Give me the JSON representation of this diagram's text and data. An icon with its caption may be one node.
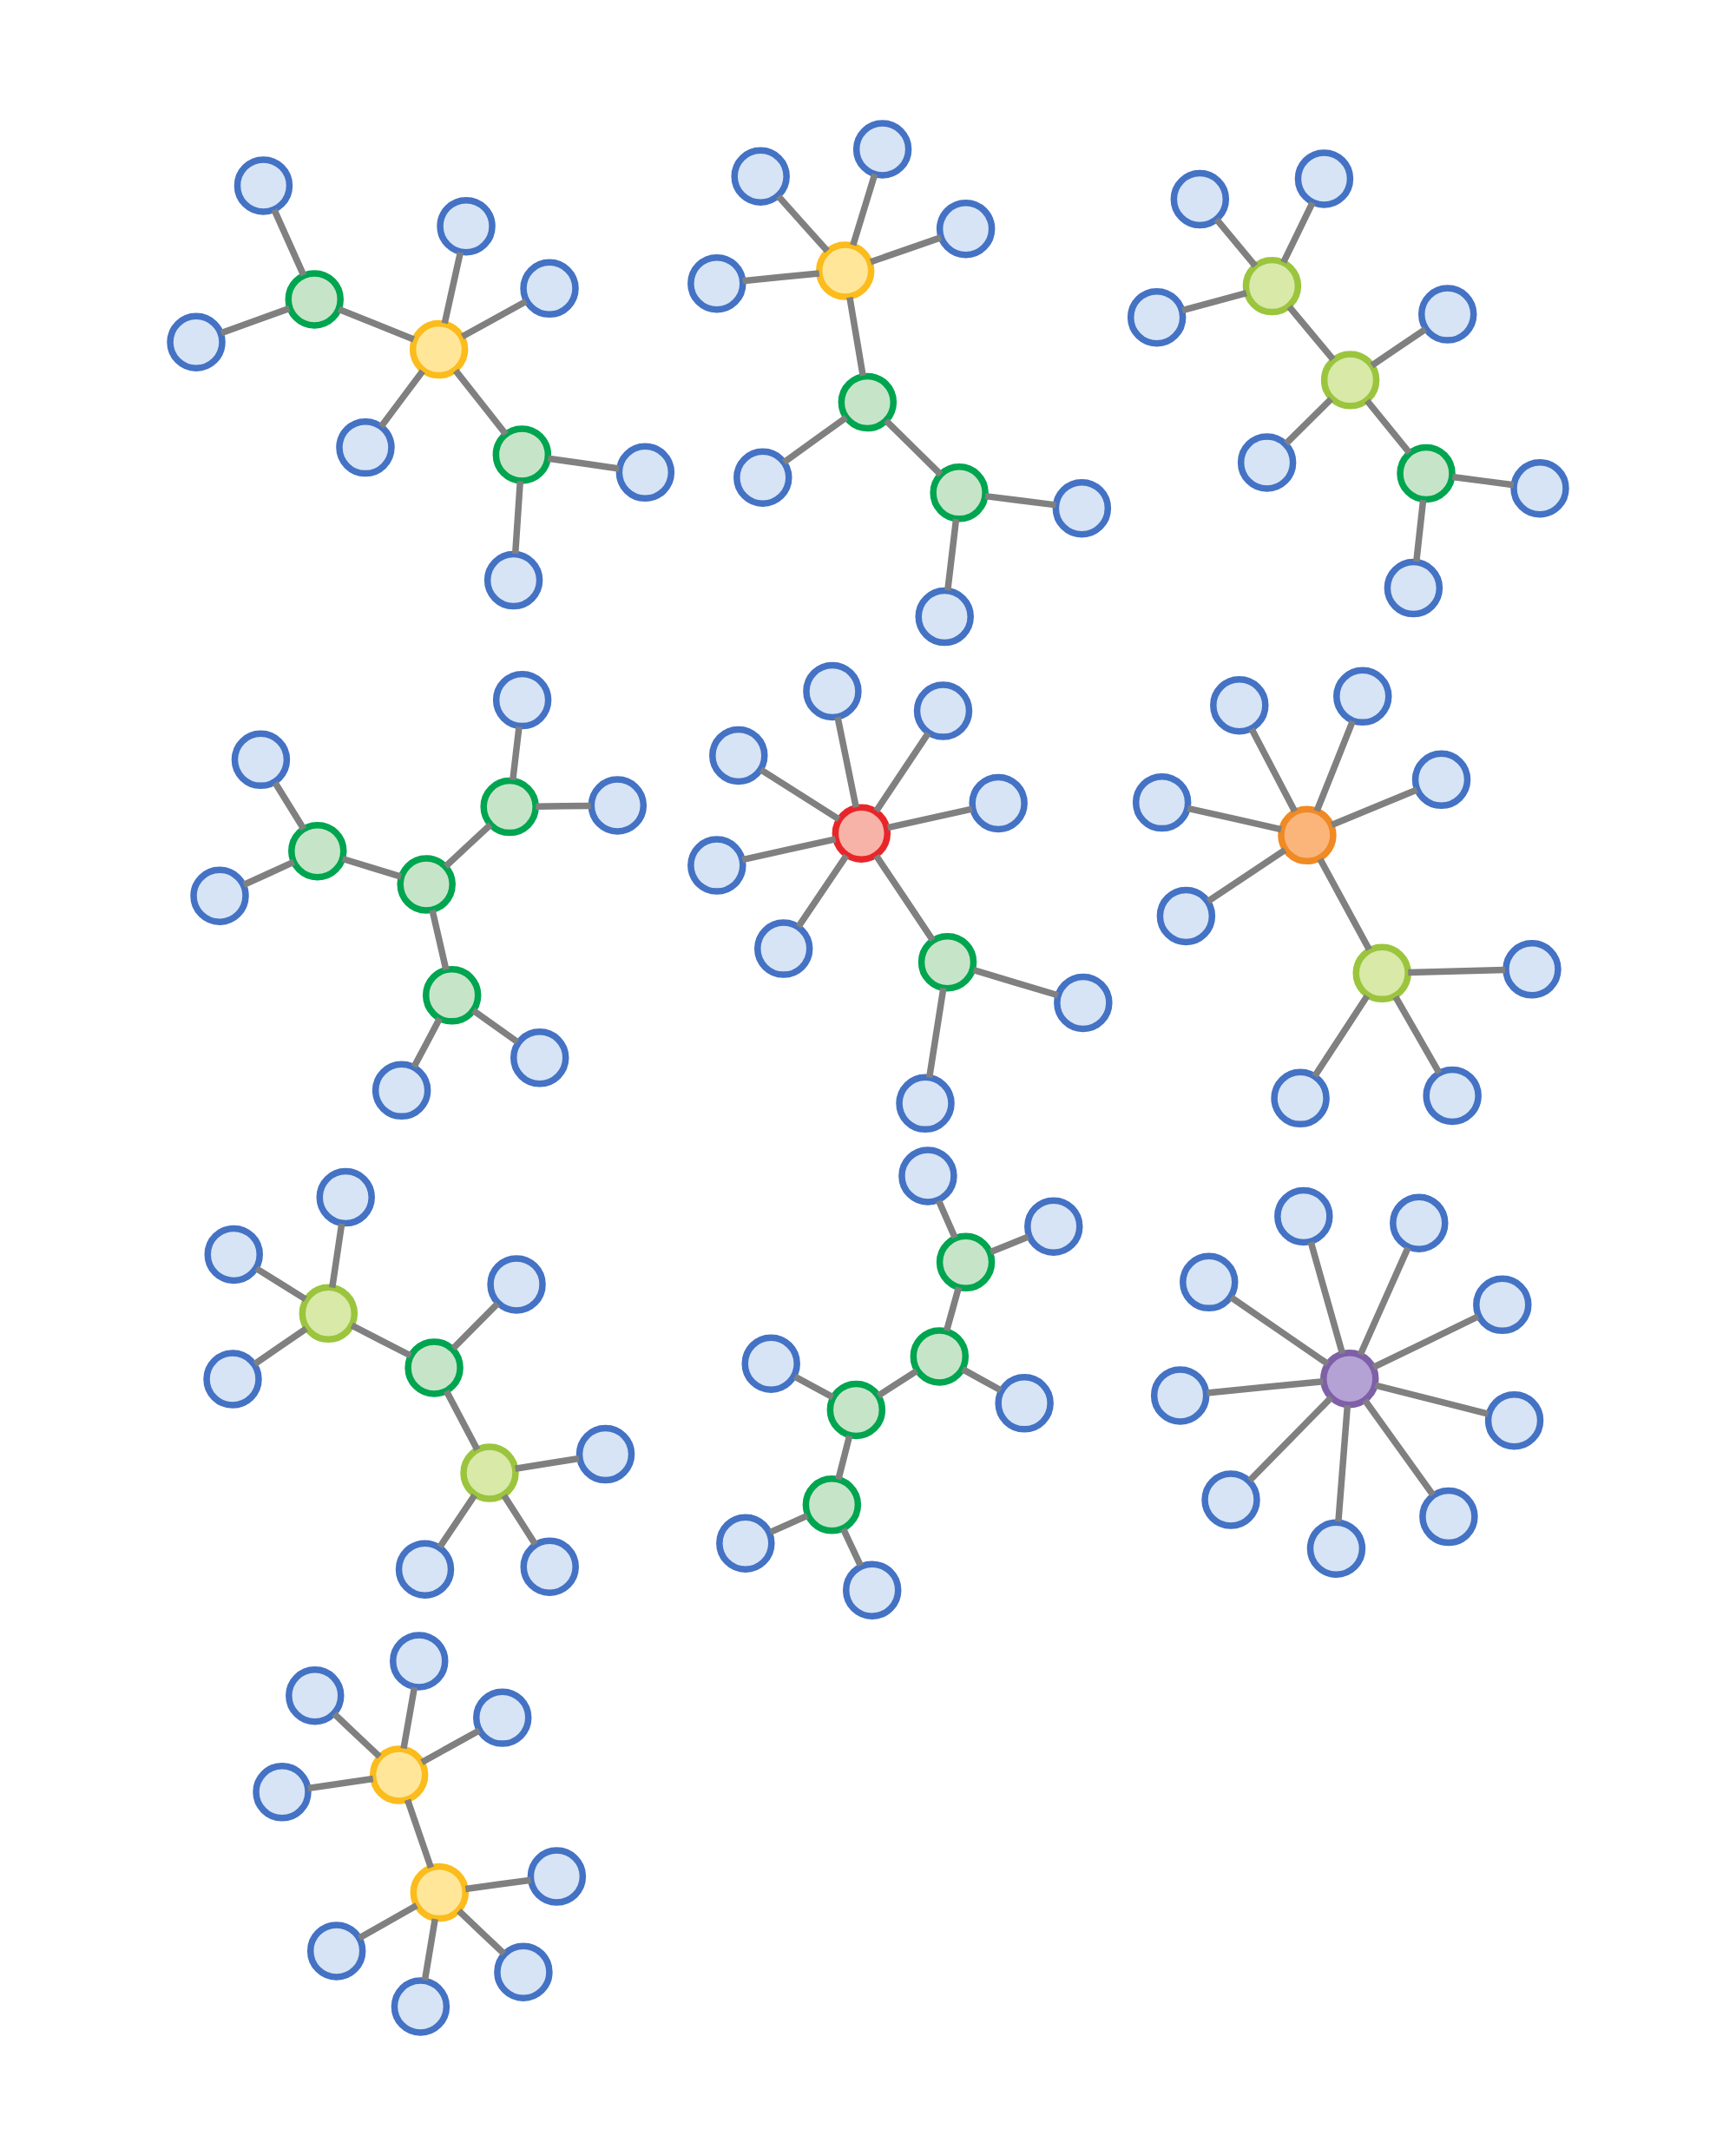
{
  "diagram": {
    "nodes": [
      {
        "text": [],
        "shape": "circle"
      },
      {
        "text": [],
        "shape": "circle"
      },
      {
        "text": [],
        "shape": "circle"
      },
      {
        "text": [],
        "shape": "circle"
      },
      {
        "text": [],
        "shape": "circle"
      },
      {
        "text": [],
        "shape": "circle"
      },
      {
        "text": [],
        "shape": "circle"
      },
      {
        "text": [],
        "shape": "circle"
      },
      {
        "text": [],
        "shape": "circle"
      },
      {
        "text": [],
        "shape": "circle"
      },
      {
        "text": [],
        "shape": "circle"
      },
      {
        "text": [],
        "shape": "circle"
      },
      {
        "text": [],
        "shape": "circle"
      },
      {
        "text": [],
        "shape": "circle"
      },
      {
        "text": [],
        "shape": "circle"
      },
      {
        "text": [],
        "shape": "circle"
      },
      {
        "text": [],
        "shape": "circle"
      },
      {
        "text": [],
        "shape": "circle"
      },
      {
        "text": [],
        "shape": "circle"
      },
      {
        "text": [],
        "shape": "circle"
      },
      {
        "text": [],
        "shape": "circle"
      },
      {
        "text": [],
        "shape": "circle"
      },
      {
        "text": [],
        "shape": "circle"
      },
      {
        "text": [],
        "shape": "circle"
      },
      {
        "text": [],
        "shape": "circle"
      },
      {
        "text": [],
        "shape": "circle"
      },
      {
        "text": [],
        "shape": "circle"
      },
      {
        "text": [],
        "shape": "circle"
      },
      {
        "text": [],
        "shape": "circle"
      },
      {
        "text": [],
        "shape": "circle"
      },
      {
        "text": [],
        "shape": "circle"
      },
      {
        "text": [],
        "shape": "circle"
      },
      {
        "text": [],
        "shape": "circle"
      },
      {
        "text": [],
        "shape": "circle"
      },
      {
        "text": [],
        "shape": "circle"
      },
      {
        "text": [],
        "shape": "circle"
      },
      {
        "text": [],
        "shape": "circle"
      },
      {
        "text": [],
        "shape": "circle"
      },
      {
        "text": [],
        "shape": "circle"
      },
      {
        "text": [],
        "shape": "circle"
      },
      {
        "text": [],
        "shape": "circle"
      },
      {
        "text": [],
        "shape": "circle"
      },
      {
        "text": [],
        "shape": "circle"
      },
      {
        "text": [],
        "shape": "circle"
      },
      {
        "text": [],
        "shape": "circle"
      },
      {
        "text": [],
        "shape": "circle"
      },
      {
        "text": [],
        "shape": "circle"
      },
      {
        "text": [],
        "shape": "circle"
      },
      {
        "text": [],
        "shape": "circle"
      },
      {
        "text": [],
        "shape": "circle"
      },
      {
        "text": [],
        "shape": "circle"
      },
      {
        "text": [],
        "shape": "circle"
      },
      {
        "text": [],
        "shape": "circle"
      },
      {
        "text": [],
        "shape": "circle"
      },
      {
        "text": [],
        "shape": "circle"
      },
      {
        "text": [],
        "shape": "circle"
      },
      {
        "text": [],
        "shape": "circle"
      },
      {
        "text": [],
        "shape": "circle"
      },
      {
        "text": [],
        "shape": "circle"
      },
      {
        "text": [],
        "shape": "circle"
      },
      {
        "text": [],
        "shape": "circle"
      },
      {
        "text": [],
        "shape": "circle"
      },
      {
        "text": [],
        "shape": "circle"
      },
      {
        "text": [],
        "shape": "circle"
      },
      {
        "text": [],
        "shape": "circle"
      },
      {
        "text": [],
        "shape": "circle"
      },
      {
        "text": [],
        "shape": "circle"
      },
      {
        "text": [],
        "shape": "circle"
      },
      {
        "text": [],
        "shape": "circle"
      },
      {
        "text": [],
        "shape": "circle"
      },
      {
        "text": [],
        "shape": "circle"
      },
      {
        "text": [],
        "shape": "circle"
      },
      {
        "text": [],
        "shape": "circle"
      },
      {
        "text": [],
        "shape": "circle"
      },
      {
        "text": [],
        "shape": "circle"
      },
      {
        "text": [],
        "shape": "circle"
      },
      {
        "text": [],
        "shape": "circle"
      },
      {
        "text": [],
        "shape": "circle"
      },
      {
        "text": [],
        "shape": "circle"
      },
      {
        "text": [],
        "shape": "circle"
      },
      {
        "text": [],
        "shape": "circle"
      },
      {
        "text": [],
        "shape": "circle"
      },
      {
        "text": [],
        "shape": "circle"
      },
      {
        "text": [],
        "shape": "circle"
      },
      {
        "text": [],
        "shape": "circle"
      },
      {
        "text": [],
        "shape": "circle"
      },
      {
        "text": [],
        "shape": "circle"
      },
      {
        "text": [],
        "shape": "circle"
      },
      {
        "text": [],
        "shape": "circle"
      },
      {
        "text": [],
        "shape": "circle"
      },
      {
        "text": [],
        "shape": "circle"
      },
      {
        "text": [],
        "shape": "circle"
      },
      {
        "text": [],
        "shape": "circle"
      },
      {
        "text": [],
        "shape": "circle"
      },
      {
        "text": [],
        "shape": "circle"
      },
      {
        "text": [],
        "shape": "circle"
      },
      {
        "text": [],
        "shape": "circle"
      },
      {
        "text": [],
        "shape": "circle"
      },
      {
        "text": [],
        "shape": "circle"
      },
      {
        "text": [],
        "shape": "circle"
      }
    ],
    "edges": [
      {
        "from": 0,
        "to": 1,
        "arrow": "none"
      },
      {
        "from": 0,
        "to": 2,
        "arrow": "none"
      },
      {
        "from": 0,
        "to": 3,
        "arrow": "none"
      },
      {
        "from": 0,
        "to": 4,
        "arrow": "none"
      },
      {
        "from": 0,
        "to": 5,
        "arrow": "none"
      },
      {
        "from": 0,
        "to": 6,
        "arrow": "none"
      },
      {
        "from": 0,
        "to": 7,
        "arrow": "none"
      },
      {
        "from": 0,
        "to": 8,
        "arrow": "none"
      },
      {
        "from": 0,
        "to": 9,
        "arrow": "none"
      },
      {
        "from": 10,
        "to": 11,
        "arrow": "none"
      },
      {
        "from": 10,
        "to": 12,
        "arrow": "none"
      },
      {
        "from": 10,
        "to": 13,
        "arrow": "none"
      },
      {
        "from": 10,
        "to": 14,
        "arrow": "none"
      },
      {
        "from": 10,
        "to": 15,
        "arrow": "none"
      },
      {
        "from": 10,
        "to": 16,
        "arrow": "none"
      },
      {
        "from": 10,
        "to": 17,
        "arrow": "none"
      },
      {
        "from": 17,
        "to": 18,
        "arrow": "none"
      },
      {
        "from": 17,
        "to": 19,
        "arrow": "none"
      },
      {
        "from": 20,
        "to": 21,
        "arrow": "none"
      },
      {
        "from": 20,
        "to": 22,
        "arrow": "none"
      },
      {
        "from": 20,
        "to": 23,
        "arrow": "none"
      },
      {
        "from": 20,
        "to": 24,
        "arrow": "none"
      },
      {
        "from": 20,
        "to": 25,
        "arrow": "none"
      },
      {
        "from": 20,
        "to": 26,
        "arrow": "none"
      },
      {
        "from": 26,
        "to": 27,
        "arrow": "none"
      },
      {
        "from": 26,
        "to": 28,
        "arrow": "none"
      },
      {
        "from": 26,
        "to": 29,
        "arrow": "none"
      },
      {
        "from": 30,
        "to": 31,
        "arrow": "none"
      },
      {
        "from": 30,
        "to": 32,
        "arrow": "none"
      },
      {
        "from": 30,
        "to": 33,
        "arrow": "none"
      },
      {
        "from": 30,
        "to": 34,
        "arrow": "none"
      },
      {
        "from": 30,
        "to": 35,
        "arrow": "none"
      },
      {
        "from": 35,
        "to": 36,
        "arrow": "none"
      },
      {
        "from": 35,
        "to": 37,
        "arrow": "none"
      },
      {
        "from": 35,
        "to": 38,
        "arrow": "none"
      },
      {
        "from": 35,
        "to": 39,
        "arrow": "none"
      },
      {
        "from": 40,
        "to": 41,
        "arrow": "none"
      },
      {
        "from": 40,
        "to": 42,
        "arrow": "none"
      },
      {
        "from": 40,
        "to": 43,
        "arrow": "none"
      },
      {
        "from": 40,
        "to": 44,
        "arrow": "none"
      },
      {
        "from": 44,
        "to": 45,
        "arrow": "none"
      },
      {
        "from": 44,
        "to": 46,
        "arrow": "none"
      },
      {
        "from": 44,
        "to": 47,
        "arrow": "none"
      },
      {
        "from": 47,
        "to": 48,
        "arrow": "none"
      },
      {
        "from": 47,
        "to": 49,
        "arrow": "none"
      },
      {
        "from": 50,
        "to": 51,
        "arrow": "none"
      },
      {
        "from": 50,
        "to": 52,
        "arrow": "none"
      },
      {
        "from": 50,
        "to": 53,
        "arrow": "none"
      },
      {
        "from": 50,
        "to": 54,
        "arrow": "none"
      },
      {
        "from": 54,
        "to": 55,
        "arrow": "none"
      },
      {
        "from": 54,
        "to": 56,
        "arrow": "none"
      },
      {
        "from": 56,
        "to": 57,
        "arrow": "none"
      },
      {
        "from": 56,
        "to": 58,
        "arrow": "none"
      },
      {
        "from": 56,
        "to": 59,
        "arrow": "none"
      },
      {
        "from": 60,
        "to": 61,
        "arrow": "none"
      },
      {
        "from": 60,
        "to": 62,
        "arrow": "none"
      },
      {
        "from": 60,
        "to": 63,
        "arrow": "none"
      },
      {
        "from": 60,
        "to": 64,
        "arrow": "none"
      },
      {
        "from": 60,
        "to": 67,
        "arrow": "none"
      },
      {
        "from": 64,
        "to": 65,
        "arrow": "none"
      },
      {
        "from": 64,
        "to": 66,
        "arrow": "none"
      },
      {
        "from": 67,
        "to": 68,
        "arrow": "none"
      },
      {
        "from": 67,
        "to": 69,
        "arrow": "none"
      },
      {
        "from": 70,
        "to": 71,
        "arrow": "none"
      },
      {
        "from": 70,
        "to": 72,
        "arrow": "none"
      },
      {
        "from": 70,
        "to": 73,
        "arrow": "none"
      },
      {
        "from": 70,
        "to": 74,
        "arrow": "none"
      },
      {
        "from": 70,
        "to": 75,
        "arrow": "none"
      },
      {
        "from": 75,
        "to": 76,
        "arrow": "none"
      },
      {
        "from": 75,
        "to": 77,
        "arrow": "none"
      },
      {
        "from": 77,
        "to": 78,
        "arrow": "none"
      },
      {
        "from": 77,
        "to": 79,
        "arrow": "none"
      },
      {
        "from": 80,
        "to": 81,
        "arrow": "none"
      },
      {
        "from": 80,
        "to": 84,
        "arrow": "none"
      },
      {
        "from": 80,
        "to": 87,
        "arrow": "none"
      },
      {
        "from": 81,
        "to": 82,
        "arrow": "none"
      },
      {
        "from": 81,
        "to": 83,
        "arrow": "none"
      },
      {
        "from": 84,
        "to": 85,
        "arrow": "none"
      },
      {
        "from": 84,
        "to": 86,
        "arrow": "none"
      },
      {
        "from": 87,
        "to": 88,
        "arrow": "none"
      },
      {
        "from": 87,
        "to": 89,
        "arrow": "none"
      },
      {
        "from": 90,
        "to": 91,
        "arrow": "none"
      },
      {
        "from": 90,
        "to": 94,
        "arrow": "none"
      },
      {
        "from": 90,
        "to": 99,
        "arrow": "none"
      },
      {
        "from": 91,
        "to": 92,
        "arrow": "none"
      },
      {
        "from": 91,
        "to": 93,
        "arrow": "none"
      },
      {
        "from": 94,
        "to": 95,
        "arrow": "none"
      },
      {
        "from": 94,
        "to": 96,
        "arrow": "none"
      },
      {
        "from": 96,
        "to": 97,
        "arrow": "none"
      },
      {
        "from": 96,
        "to": 98,
        "arrow": "none"
      }
    ]
  }
}
